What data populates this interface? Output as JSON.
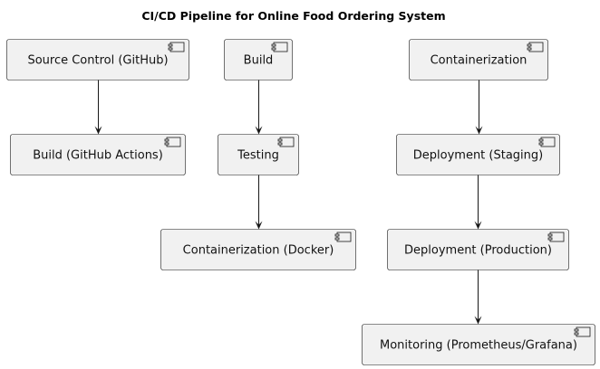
{
  "diagram": {
    "title": "CI/CD Pipeline for Online Food Ordering System",
    "colors": {
      "node_fill": "#f1f1f1",
      "node_border": "#181818",
      "edge": "#181818"
    },
    "nodes": [
      {
        "id": "source-control",
        "label": "Source Control (GitHub)",
        "icon": "component-icon"
      },
      {
        "id": "build-actions",
        "label": "Build (GitHub Actions)",
        "icon": "component-icon"
      },
      {
        "id": "build",
        "label": "Build",
        "icon": "component-icon"
      },
      {
        "id": "testing",
        "label": "Testing",
        "icon": "component-icon"
      },
      {
        "id": "containerization-docker",
        "label": "Containerization (Docker)",
        "icon": "component-icon"
      },
      {
        "id": "containerization",
        "label": "Containerization",
        "icon": "component-icon"
      },
      {
        "id": "deployment-staging",
        "label": "Deployment (Staging)",
        "icon": "component-icon"
      },
      {
        "id": "deployment-production",
        "label": "Deployment (Production)",
        "icon": "component-icon"
      },
      {
        "id": "monitoring",
        "label": "Monitoring (Prometheus/Grafana)",
        "icon": "component-icon"
      }
    ],
    "edges": [
      {
        "from": "source-control",
        "to": "build-actions"
      },
      {
        "from": "build",
        "to": "testing"
      },
      {
        "from": "testing",
        "to": "containerization-docker"
      },
      {
        "from": "containerization",
        "to": "deployment-staging"
      },
      {
        "from": "deployment-staging",
        "to": "deployment-production"
      },
      {
        "from": "deployment-production",
        "to": "monitoring"
      }
    ]
  }
}
